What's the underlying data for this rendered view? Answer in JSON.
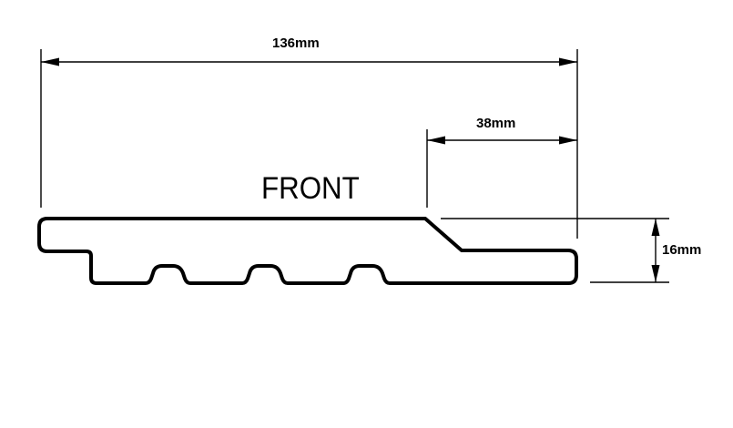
{
  "diagram": {
    "front_label": "FRONT",
    "dimensions": {
      "overall_width": "136mm",
      "front_face_width": "38mm",
      "thickness": "16mm"
    }
  }
}
